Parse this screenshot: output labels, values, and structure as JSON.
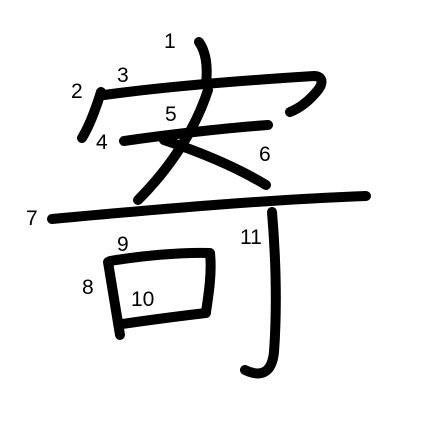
{
  "character": "寄",
  "stroke_color": "#000000",
  "background_color": "#ffffff",
  "stroke_numbers": [
    "1",
    "2",
    "3",
    "4",
    "5",
    "6",
    "7",
    "8",
    "9",
    "10",
    "11"
  ]
}
